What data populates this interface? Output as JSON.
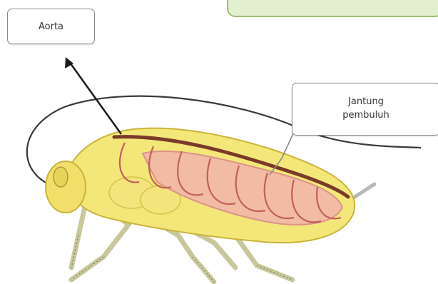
{
  "labels": {
    "aorta": "Aorta",
    "jantung_line1": "Jantung",
    "jantung_line2": "pembuluh"
  },
  "colors": {
    "body": "#f4e77a",
    "body_outline": "#c9b43a",
    "vessel": "#d98a8a",
    "heart": "#7a3a2a",
    "banner": "#e3f0cf"
  }
}
